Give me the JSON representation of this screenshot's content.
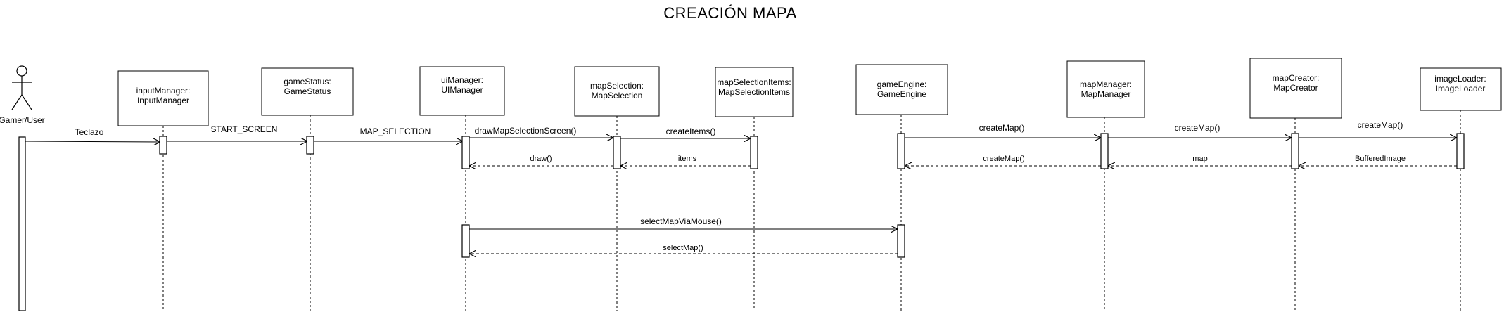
{
  "title": "CREACIÓN MAPA",
  "actor": {
    "label": "Gamer/User"
  },
  "participants": [
    {
      "id": "input",
      "line1": "inputManager:",
      "line2": "InputManager"
    },
    {
      "id": "status",
      "line1": "gameStatus:",
      "line2": "GameStatus"
    },
    {
      "id": "ui",
      "line1": "uiManager:",
      "line2": "UIManager"
    },
    {
      "id": "mapsel",
      "line1": "mapSelection:",
      "line2": "MapSelection"
    },
    {
      "id": "items",
      "line1": "mapSelectionItems:",
      "line2": "MapSelectionItems"
    },
    {
      "id": "engine",
      "line1": "gameEngine:",
      "line2": "GameEngine"
    },
    {
      "id": "mapmgr",
      "line1": "mapManager:",
      "line2": "MapManager"
    },
    {
      "id": "creator",
      "line1": "mapCreator:",
      "line2": "MapCreator"
    },
    {
      "id": "loader",
      "line1": "imageLoader:",
      "line2": "ImageLoader"
    }
  ],
  "messages": [
    {
      "id": "m1",
      "from": "actor",
      "to": "input",
      "label": "Teclazo",
      "type": "call"
    },
    {
      "id": "m2",
      "from": "input",
      "to": "status",
      "label": "START_SCREEN",
      "type": "call"
    },
    {
      "id": "m3",
      "from": "status",
      "to": "ui",
      "label": "MAP_SELECTION",
      "type": "call"
    },
    {
      "id": "m4",
      "from": "ui",
      "to": "mapsel",
      "label": "drawMapSelectionScreen()",
      "type": "call"
    },
    {
      "id": "m5",
      "from": "mapsel",
      "to": "items",
      "label": "createItems()",
      "type": "call"
    },
    {
      "id": "m6",
      "from": "items",
      "to": "mapsel",
      "label": "items",
      "type": "return"
    },
    {
      "id": "m7",
      "from": "mapsel",
      "to": "ui",
      "label": "draw()",
      "type": "return"
    },
    {
      "id": "m8",
      "from": "engine",
      "to": "mapmgr",
      "label": "createMap()",
      "type": "call"
    },
    {
      "id": "m9",
      "from": "mapmgr",
      "to": "creator",
      "label": "createMap()",
      "type": "call"
    },
    {
      "id": "m10",
      "from": "creator",
      "to": "loader",
      "label": "createMap()",
      "type": "call"
    },
    {
      "id": "m11",
      "from": "loader",
      "to": "creator",
      "label": "BufferedImage",
      "type": "return"
    },
    {
      "id": "m12",
      "from": "creator",
      "to": "mapmgr",
      "label": "map",
      "type": "return"
    },
    {
      "id": "m13",
      "from": "mapmgr",
      "to": "engine",
      "label": "createMap()",
      "type": "return"
    },
    {
      "id": "m14",
      "from": "ui",
      "to": "engine",
      "label": "selectMapViaMouse()",
      "type": "call"
    },
    {
      "id": "m15",
      "from": "engine",
      "to": "ui",
      "label": "selectMap()",
      "type": "return"
    }
  ]
}
